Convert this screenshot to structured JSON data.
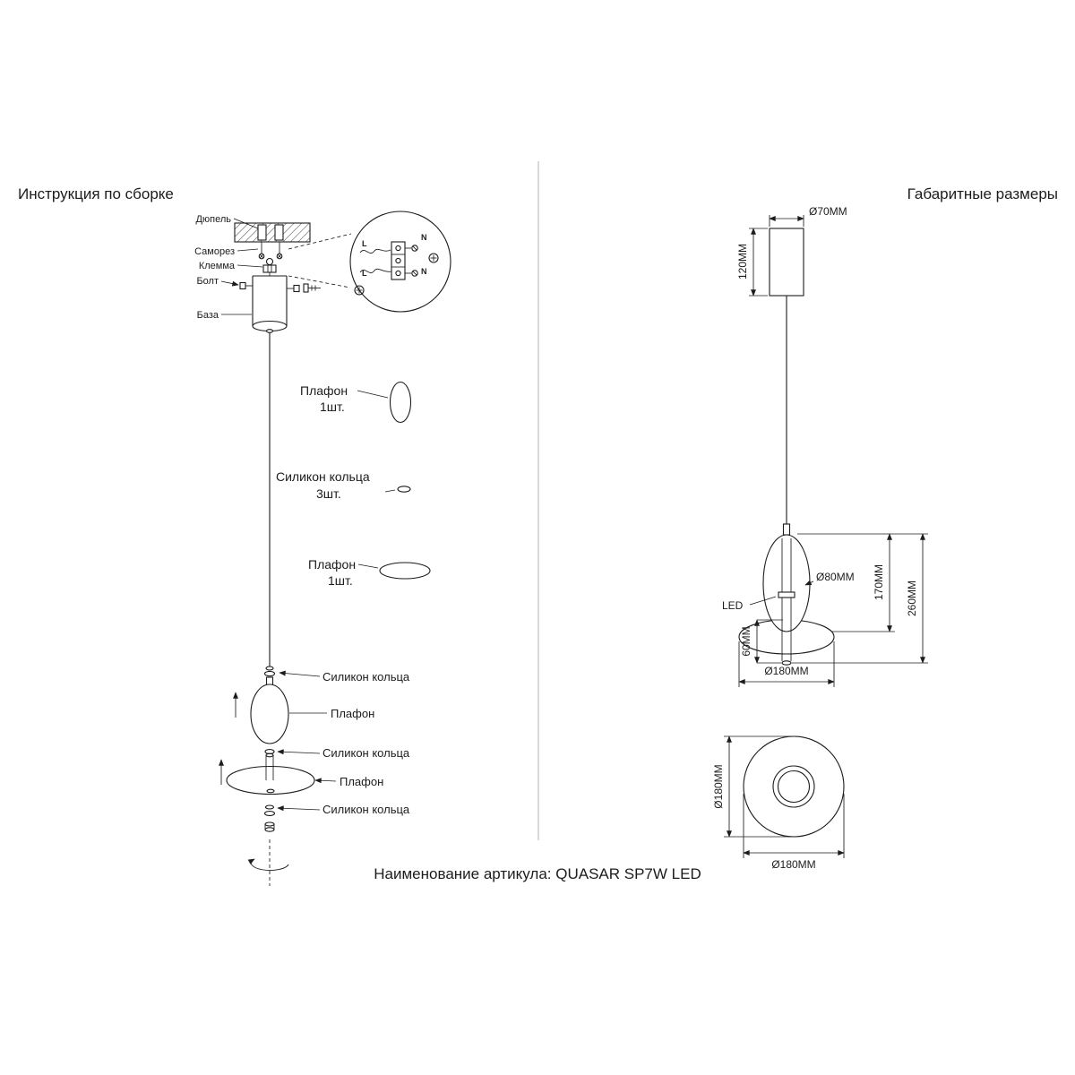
{
  "page": {
    "footer": "Наименование артикула: QUASAR SP7W LED"
  },
  "assembly": {
    "title": "Инструкция по сборке",
    "callouts": {
      "dowel": "Дюпель",
      "screw": "Саморез",
      "clamp": "Клемма",
      "bolt": "Болт",
      "base": "База"
    },
    "wiring": {
      "l_top": "L",
      "n_top": "N",
      "l_bottom": "L",
      "n_bottom": "N"
    },
    "parts": [
      {
        "name": "Плафон",
        "qty": "1шт."
      },
      {
        "name": "Силикон кольца",
        "qty": "3шт."
      },
      {
        "name": "Плафон",
        "qty": "1шт."
      }
    ],
    "stack": {
      "rings_top": "Силикон кольца",
      "shade_top": "Плафон",
      "rings_mid": "Силикон кольца",
      "shade_bottom": "Плафон",
      "rings_bottom": "Силикон кольца"
    }
  },
  "dimensions": {
    "title": "Габаритные размеры",
    "canopy_diameter": "Ø70MM",
    "canopy_height": "120MM",
    "body_diameter": "Ø80MM",
    "led": "LED",
    "body_height": "170MM",
    "fixture_height": "260MM",
    "diffuser_height": "60MM",
    "diffuser_diameter": "Ø180MM",
    "bottom_view_diameter_vertical": "Ø180MM",
    "bottom_view_diameter_horizontal": "Ø180MM"
  }
}
